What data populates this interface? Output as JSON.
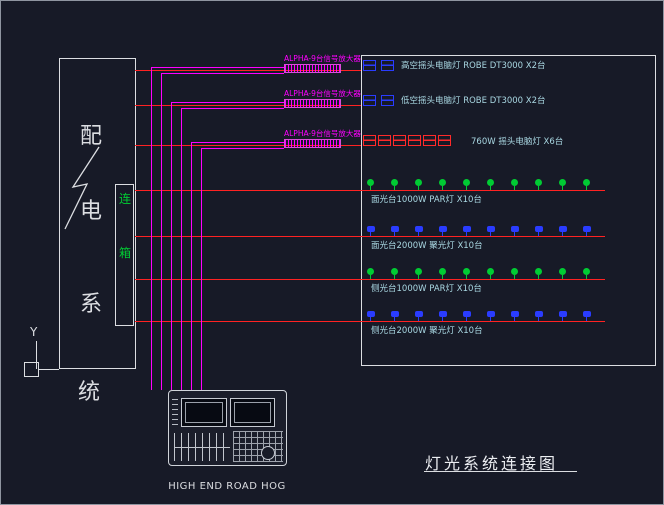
{
  "drawing": {
    "title": "灯光系统连接图",
    "console_label": "HIGH END  ROAD HOG"
  },
  "distribution": {
    "chars": [
      "配",
      "电",
      "系",
      "统"
    ],
    "junction": [
      "连",
      "箱"
    ]
  },
  "ucs": {
    "y": "Y"
  },
  "amps": [
    {
      "label": "ALPHA-9台信号放大器"
    },
    {
      "label": "ALPHA-9台信号放大器"
    },
    {
      "label": "ALPHA-9台信号放大器"
    }
  ],
  "rows": [
    {
      "label": "高空摇头电脑灯 ROBE DT3000 X2台",
      "count": 2,
      "color": "#2a3cff",
      "symbol": "mh"
    },
    {
      "label": "低空摇头电脑灯 ROBE DT3000 X2台",
      "count": 2,
      "color": "#2a3cff",
      "symbol": "mh"
    },
    {
      "label": "760W 摇头电脑灯  X6台",
      "count": 6,
      "color": "#ff2a2a",
      "symbol": "mh"
    },
    {
      "label": "面光台1000W PAR灯  X10台",
      "count": 10,
      "color": "#00cc33",
      "symbol": "par"
    },
    {
      "label": "面光台2000W 聚光灯  X10台",
      "count": 10,
      "color": "#2a3cff",
      "symbol": "spot"
    },
    {
      "label": "侧光台1000W PAR灯  X10台",
      "count": 10,
      "color": "#00cc33",
      "symbol": "par"
    },
    {
      "label": "侧光台2000W 聚光灯  X10台",
      "count": 10,
      "color": "#2a3cff",
      "symbol": "spot"
    }
  ],
  "colors": {
    "bg": "#171a27",
    "red": "#ff2222",
    "magenta": "#ff00ff",
    "blue": "#2a3cff",
    "green": "#00cc33",
    "white": "#dcdee2",
    "label": "#a9d7e2"
  }
}
